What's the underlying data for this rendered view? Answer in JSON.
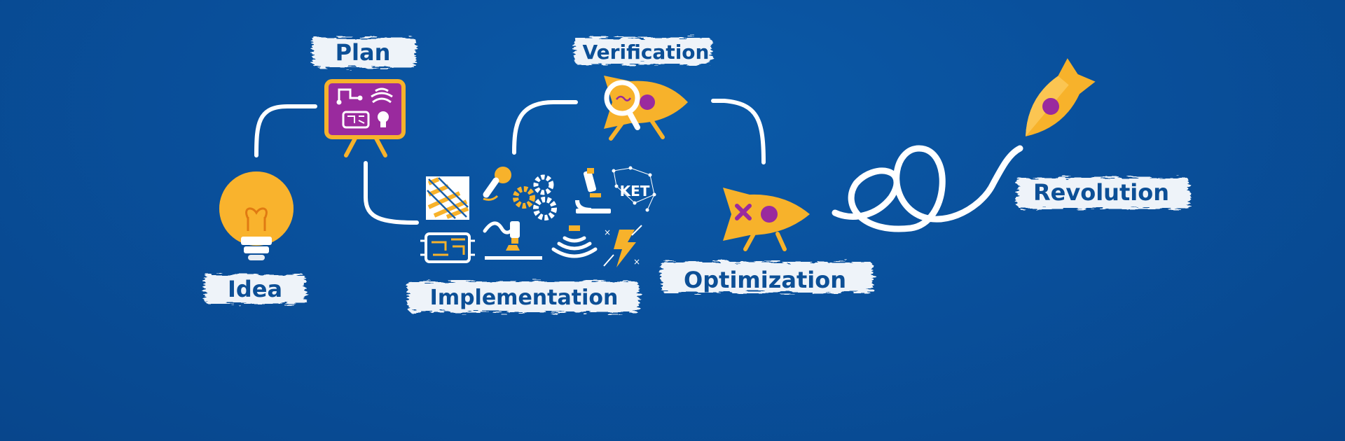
{
  "colors": {
    "background": "#09509c",
    "accent_yellow": "#f7b22b",
    "accent_purple": "#9a2a9e",
    "label_text": "#0c4f96",
    "label_brush": "#eef3f9",
    "connector": "#ffffff"
  },
  "stages": [
    {
      "id": "idea",
      "label": "Idea",
      "icon": "lightbulb-icon"
    },
    {
      "id": "plan",
      "label": "Plan",
      "icon": "circuit-board-easel-icon"
    },
    {
      "id": "implementation",
      "label": "Implementation",
      "icon": "technology-icons-cluster"
    },
    {
      "id": "verification",
      "label": "Verification",
      "icon": "magnifier-rocket-icon"
    },
    {
      "id": "optimization",
      "label": "Optimization",
      "icon": "crossed-rocket-icon"
    },
    {
      "id": "revolution",
      "label": "Revolution",
      "icon": "launching-rocket-icon"
    }
  ],
  "implementation_badge": "KET"
}
